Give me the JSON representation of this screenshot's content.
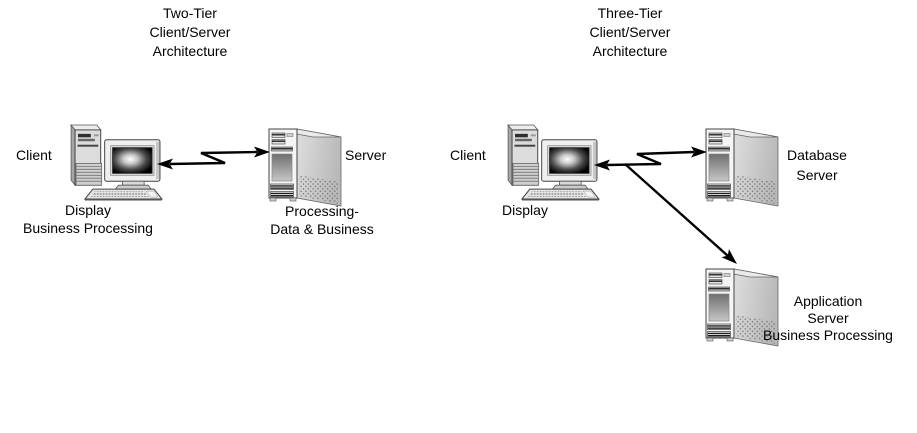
{
  "canvas": {
    "background": "#ffffff",
    "text_color": "#000000",
    "line_color": "#000000"
  },
  "two_tier": {
    "title_lines": [
      "Two-Tier",
      "Client/Server",
      "Architecture"
    ],
    "client_label": "Client",
    "client_caption_lines": [
      "Display",
      "Business Processing"
    ],
    "server_label": "Server",
    "server_caption_lines": [
      "Processing-",
      "Data & Business"
    ],
    "connection": "double-headed zigzag arrow between client and server"
  },
  "three_tier": {
    "title_lines": [
      "Three-Tier",
      "Client/Server",
      "Architecture"
    ],
    "client_label": "Client",
    "client_caption_lines": [
      "Display"
    ],
    "database_server_label_lines": [
      "Database",
      "Server"
    ],
    "application_server_label_lines": [
      "Application",
      "Server",
      "Business Processing"
    ],
    "connections": [
      "double-headed zigzag arrow between client and database server",
      "diagonal arrow from client to application server"
    ]
  },
  "icons": {
    "client_icon": "desktop-computer-with-monitor-and-keyboard",
    "server_icon": "tower-server"
  },
  "colors": {
    "icon_front": "#f5f5f5",
    "icon_side": "#c9c9c9",
    "icon_outline": "#444444",
    "screen_glow_center": "#ffffff",
    "screen_edge": "#000000"
  }
}
